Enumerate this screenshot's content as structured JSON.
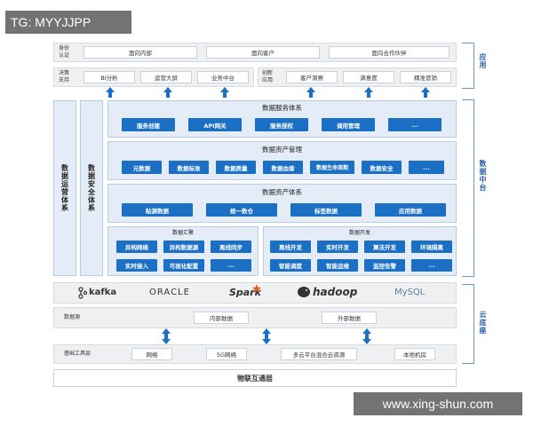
{
  "watermark_top": "TG: MYYJJPP",
  "watermark_bottom": "www.xing-shun.com",
  "right_labels": {
    "app": "应用",
    "middle": "数据中台",
    "base": "云底座"
  },
  "app_layer": {
    "row1_label": "身份\n认证",
    "row1_items": [
      "面向内部",
      "面向客户",
      "面向合作伙伴"
    ],
    "row2_left_label": "决策\n支持",
    "row2_left_items": [
      "BI分析",
      "运营大屏",
      "业务中台"
    ],
    "row2_right_label": "创新\n应用",
    "row2_right_items": [
      "客户洞察",
      "满意度",
      "精准营销"
    ]
  },
  "left_columns": {
    "ops": "数据运营体系",
    "security": "数据安全体系"
  },
  "service_system": {
    "title": "数据服务体系",
    "items": [
      "服务创建",
      "API网关",
      "服务授权",
      "调用管理",
      "..."
    ]
  },
  "asset_mgmt": {
    "title": "数据资产管理",
    "items": [
      "元数据",
      "数据标准",
      "数据质量",
      "数据血缘",
      "数据生命周期",
      "数据安全",
      "..."
    ]
  },
  "asset_system": {
    "title": "数据资产体系",
    "items": [
      "贴源数据",
      "统一数仓",
      "标签数据",
      "应用数据"
    ]
  },
  "data_collect": {
    "title": "数据汇聚",
    "items": [
      "异构网络",
      "异构数据源",
      "离线同步",
      "实时接入",
      "可视化配置",
      "..."
    ]
  },
  "data_dev": {
    "title": "数据开发",
    "items": [
      "离线开发",
      "实时开发",
      "算法开发",
      "环境隔离",
      "智能调度",
      "智能运维",
      "监控告警",
      "..."
    ]
  },
  "tech": [
    "kafka",
    "ORACLE",
    "Spark",
    "hadoop",
    "MySQL"
  ],
  "datasource": {
    "label": "数据源",
    "items": [
      "内部数据",
      "外部数据"
    ]
  },
  "infra": {
    "label": "基础工具层",
    "items": [
      "网络",
      "5G网络",
      "多云平台混合云资源",
      "本地机房"
    ]
  },
  "iot": "物联互通层",
  "colors": {
    "accent": "#1b6fc4",
    "light": "#e4edf7"
  }
}
